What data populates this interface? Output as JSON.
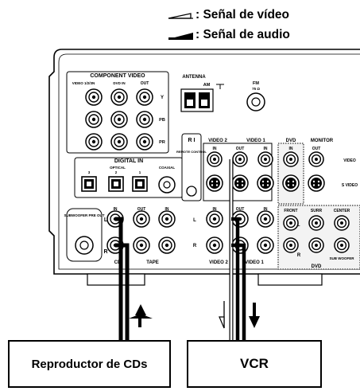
{
  "legend": {
    "video": ": Señal de vídeo",
    "audio": ": Señal de audio"
  },
  "panel": {
    "component_video": "COMPONENT VIDEO",
    "component_sub": "VIDEO 1/2/3N",
    "dvd_in": "DVD IN",
    "out": "OUT",
    "y": "Y",
    "pb": "PB",
    "pr": "PR",
    "antenna": "ANTENNA",
    "am": "AM",
    "fm": "FM",
    "fm_ohm": "75 Ω",
    "digital_in": "DIGITAL IN",
    "optical": "OPTICAL",
    "coaxial": "COAXIAL",
    "n3": "3",
    "n2": "2",
    "n1": "1",
    "ri": "R I",
    "remote_control": "REMOTE CONTROL",
    "video2": "VIDEO 2",
    "video1": "VIDEO 1",
    "dvd": "DVD",
    "monitor": "MONITOR",
    "in": "IN",
    "video": "VIDEO",
    "s_video": "S VIDEO",
    "subwoofer_pre_out": "SUBWOOFER PRE OUT",
    "l": "L",
    "r": "R",
    "cd": "CD",
    "tape": "TAPE",
    "front": "FRONT",
    "surr": "SURR",
    "center": "CENTER",
    "sub_woofer": "SUB WOOFER"
  },
  "devices": {
    "cd_player": "Reproductor de CDs",
    "vcr": "VCR"
  }
}
